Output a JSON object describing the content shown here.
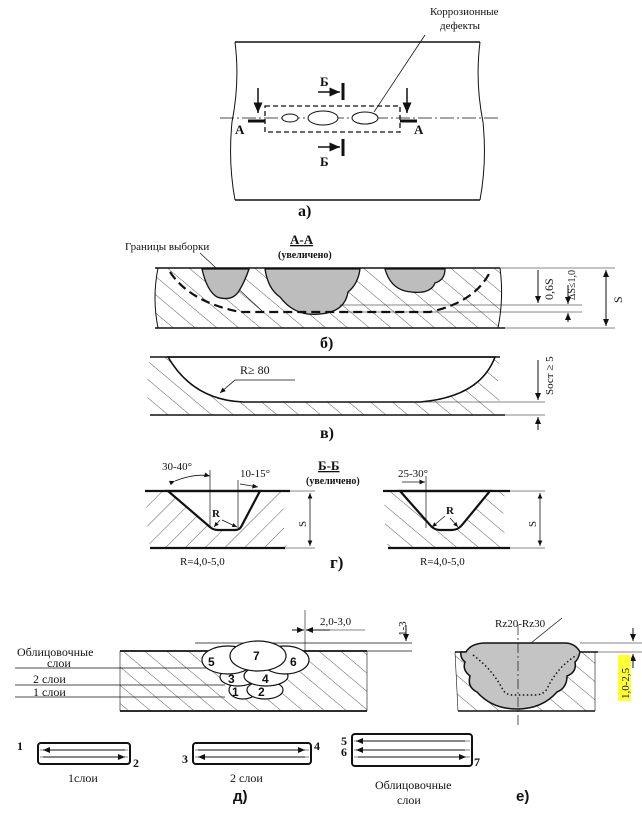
{
  "panel_a": {
    "defects_label_1": "Коррозионные",
    "defects_label_2": "дефекты",
    "section_a": "А",
    "section_b": "Б",
    "caption": "а)"
  },
  "panel_b": {
    "title": "А-А",
    "subtitle": "(увеличено)",
    "boundary_label": "Границы выборки",
    "dim_06s": "0,6S",
    "dim_ds": "ΔS≤1,0",
    "dim_s": "S",
    "caption": "б)"
  },
  "panel_v": {
    "radius_label": "R≥ 80",
    "dim_s_ost": "Sост ≥ 5",
    "caption": "в)"
  },
  "panel_g": {
    "title": "Б-Б",
    "subtitle": "(увеличено)",
    "angle_left_1": "30-40°",
    "angle_left_2": "10-15°",
    "angle_right": "25-30°",
    "r_label": "R",
    "dim_s": "S",
    "radius_note": "R=4,0-5,0",
    "caption": "г)"
  },
  "panel_d": {
    "layer_labels": [
      "Облицовочные",
      "слои",
      "2 слои",
      "1 слои"
    ],
    "bead_numbers": [
      "1",
      "2",
      "3",
      "4",
      "5",
      "6",
      "7"
    ],
    "dim_offset": "2,0-3,0",
    "dim_height": "1-3",
    "sequences": [
      {
        "caption": "1слои",
        "start": "1",
        "end": "2"
      },
      {
        "caption": "2 слои",
        "start": "3",
        "end": "4"
      },
      {
        "caption_1": "Облицовочные",
        "caption_2": "слои",
        "start_1": "5",
        "start_2": "6",
        "end": "7"
      }
    ],
    "caption": "д)"
  },
  "panel_e": {
    "roughness": "Rz20-Rz30",
    "dim_height": "1,0-2,5",
    "highlight_color": "#ffff33",
    "caption": "е)"
  }
}
